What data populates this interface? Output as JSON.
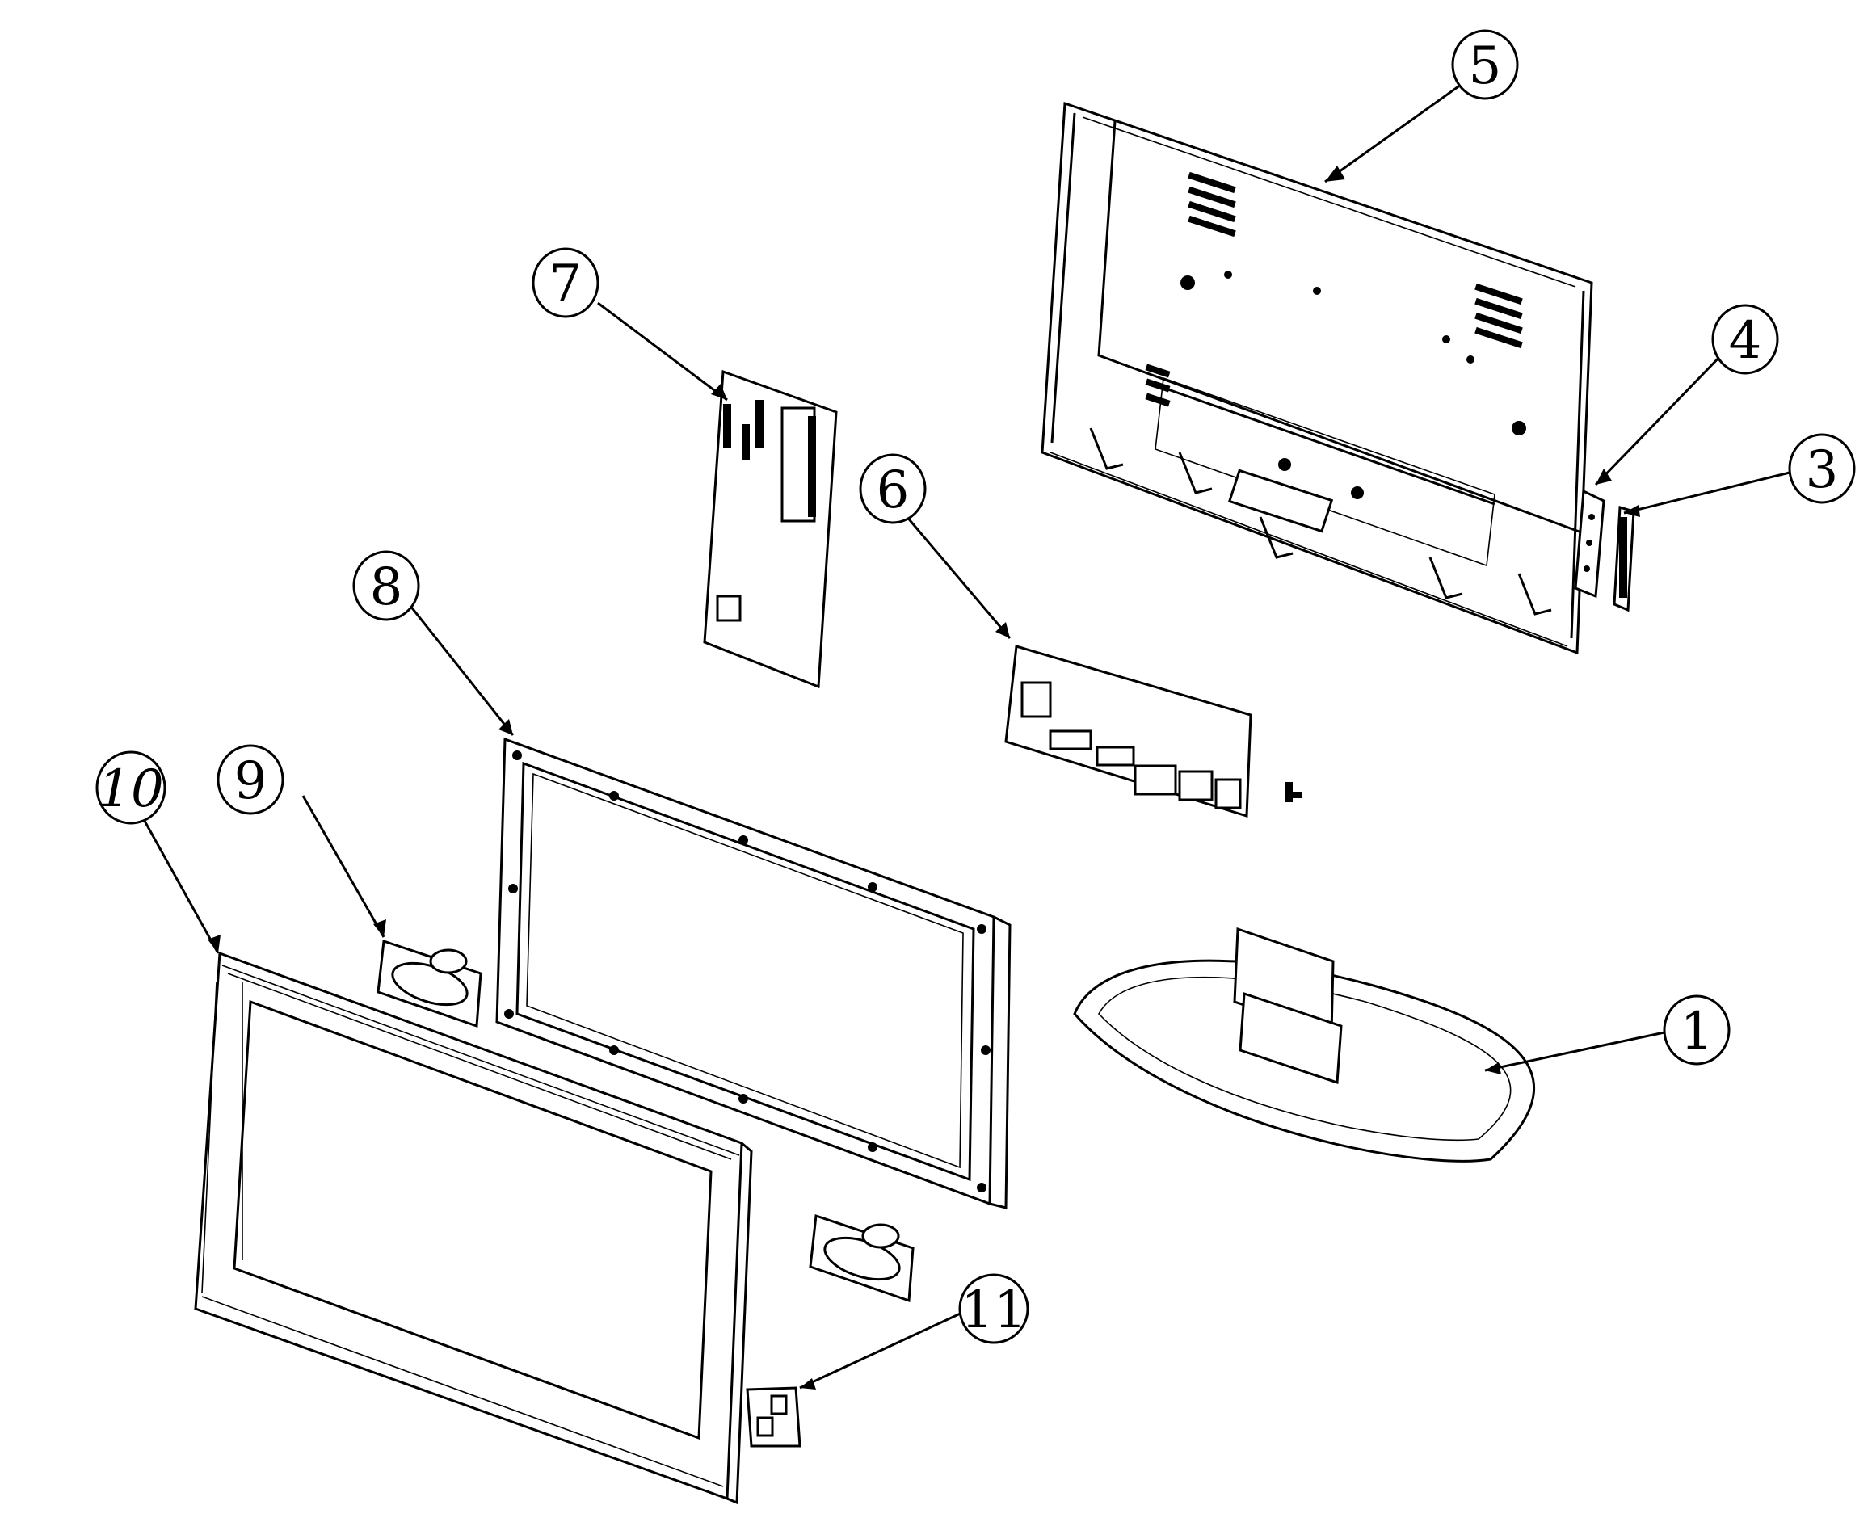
{
  "diagram": {
    "type": "exploded-view",
    "callouts": [
      {
        "id": "1",
        "label": "1",
        "italic": false
      },
      {
        "id": "3",
        "label": "3",
        "italic": false
      },
      {
        "id": "4",
        "label": "4",
        "italic": false
      },
      {
        "id": "5",
        "label": "5",
        "italic": false
      },
      {
        "id": "6",
        "label": "6",
        "italic": false
      },
      {
        "id": "7",
        "label": "7",
        "italic": false
      },
      {
        "id": "8",
        "label": "8",
        "italic": false
      },
      {
        "id": "9",
        "label": "9",
        "italic": false
      },
      {
        "id": "10",
        "label": "10",
        "italic": true
      },
      {
        "id": "11",
        "label": "11",
        "italic": false
      }
    ],
    "parts": [
      {
        "callout": "1",
        "icon": "tv-stand-base-icon"
      },
      {
        "callout": "3",
        "icon": "side-key-strip-icon"
      },
      {
        "callout": "4",
        "icon": "key-board-icon"
      },
      {
        "callout": "5",
        "icon": "rear-cover-icon"
      },
      {
        "callout": "6",
        "icon": "main-board-icon"
      },
      {
        "callout": "7",
        "icon": "power-board-icon"
      },
      {
        "callout": "8",
        "icon": "lcd-panel-frame-icon"
      },
      {
        "callout": "9",
        "icon": "speaker-icon"
      },
      {
        "callout": "10",
        "icon": "front-bezel-icon"
      },
      {
        "callout": "11",
        "icon": "ir-receiver-board-icon"
      }
    ]
  }
}
